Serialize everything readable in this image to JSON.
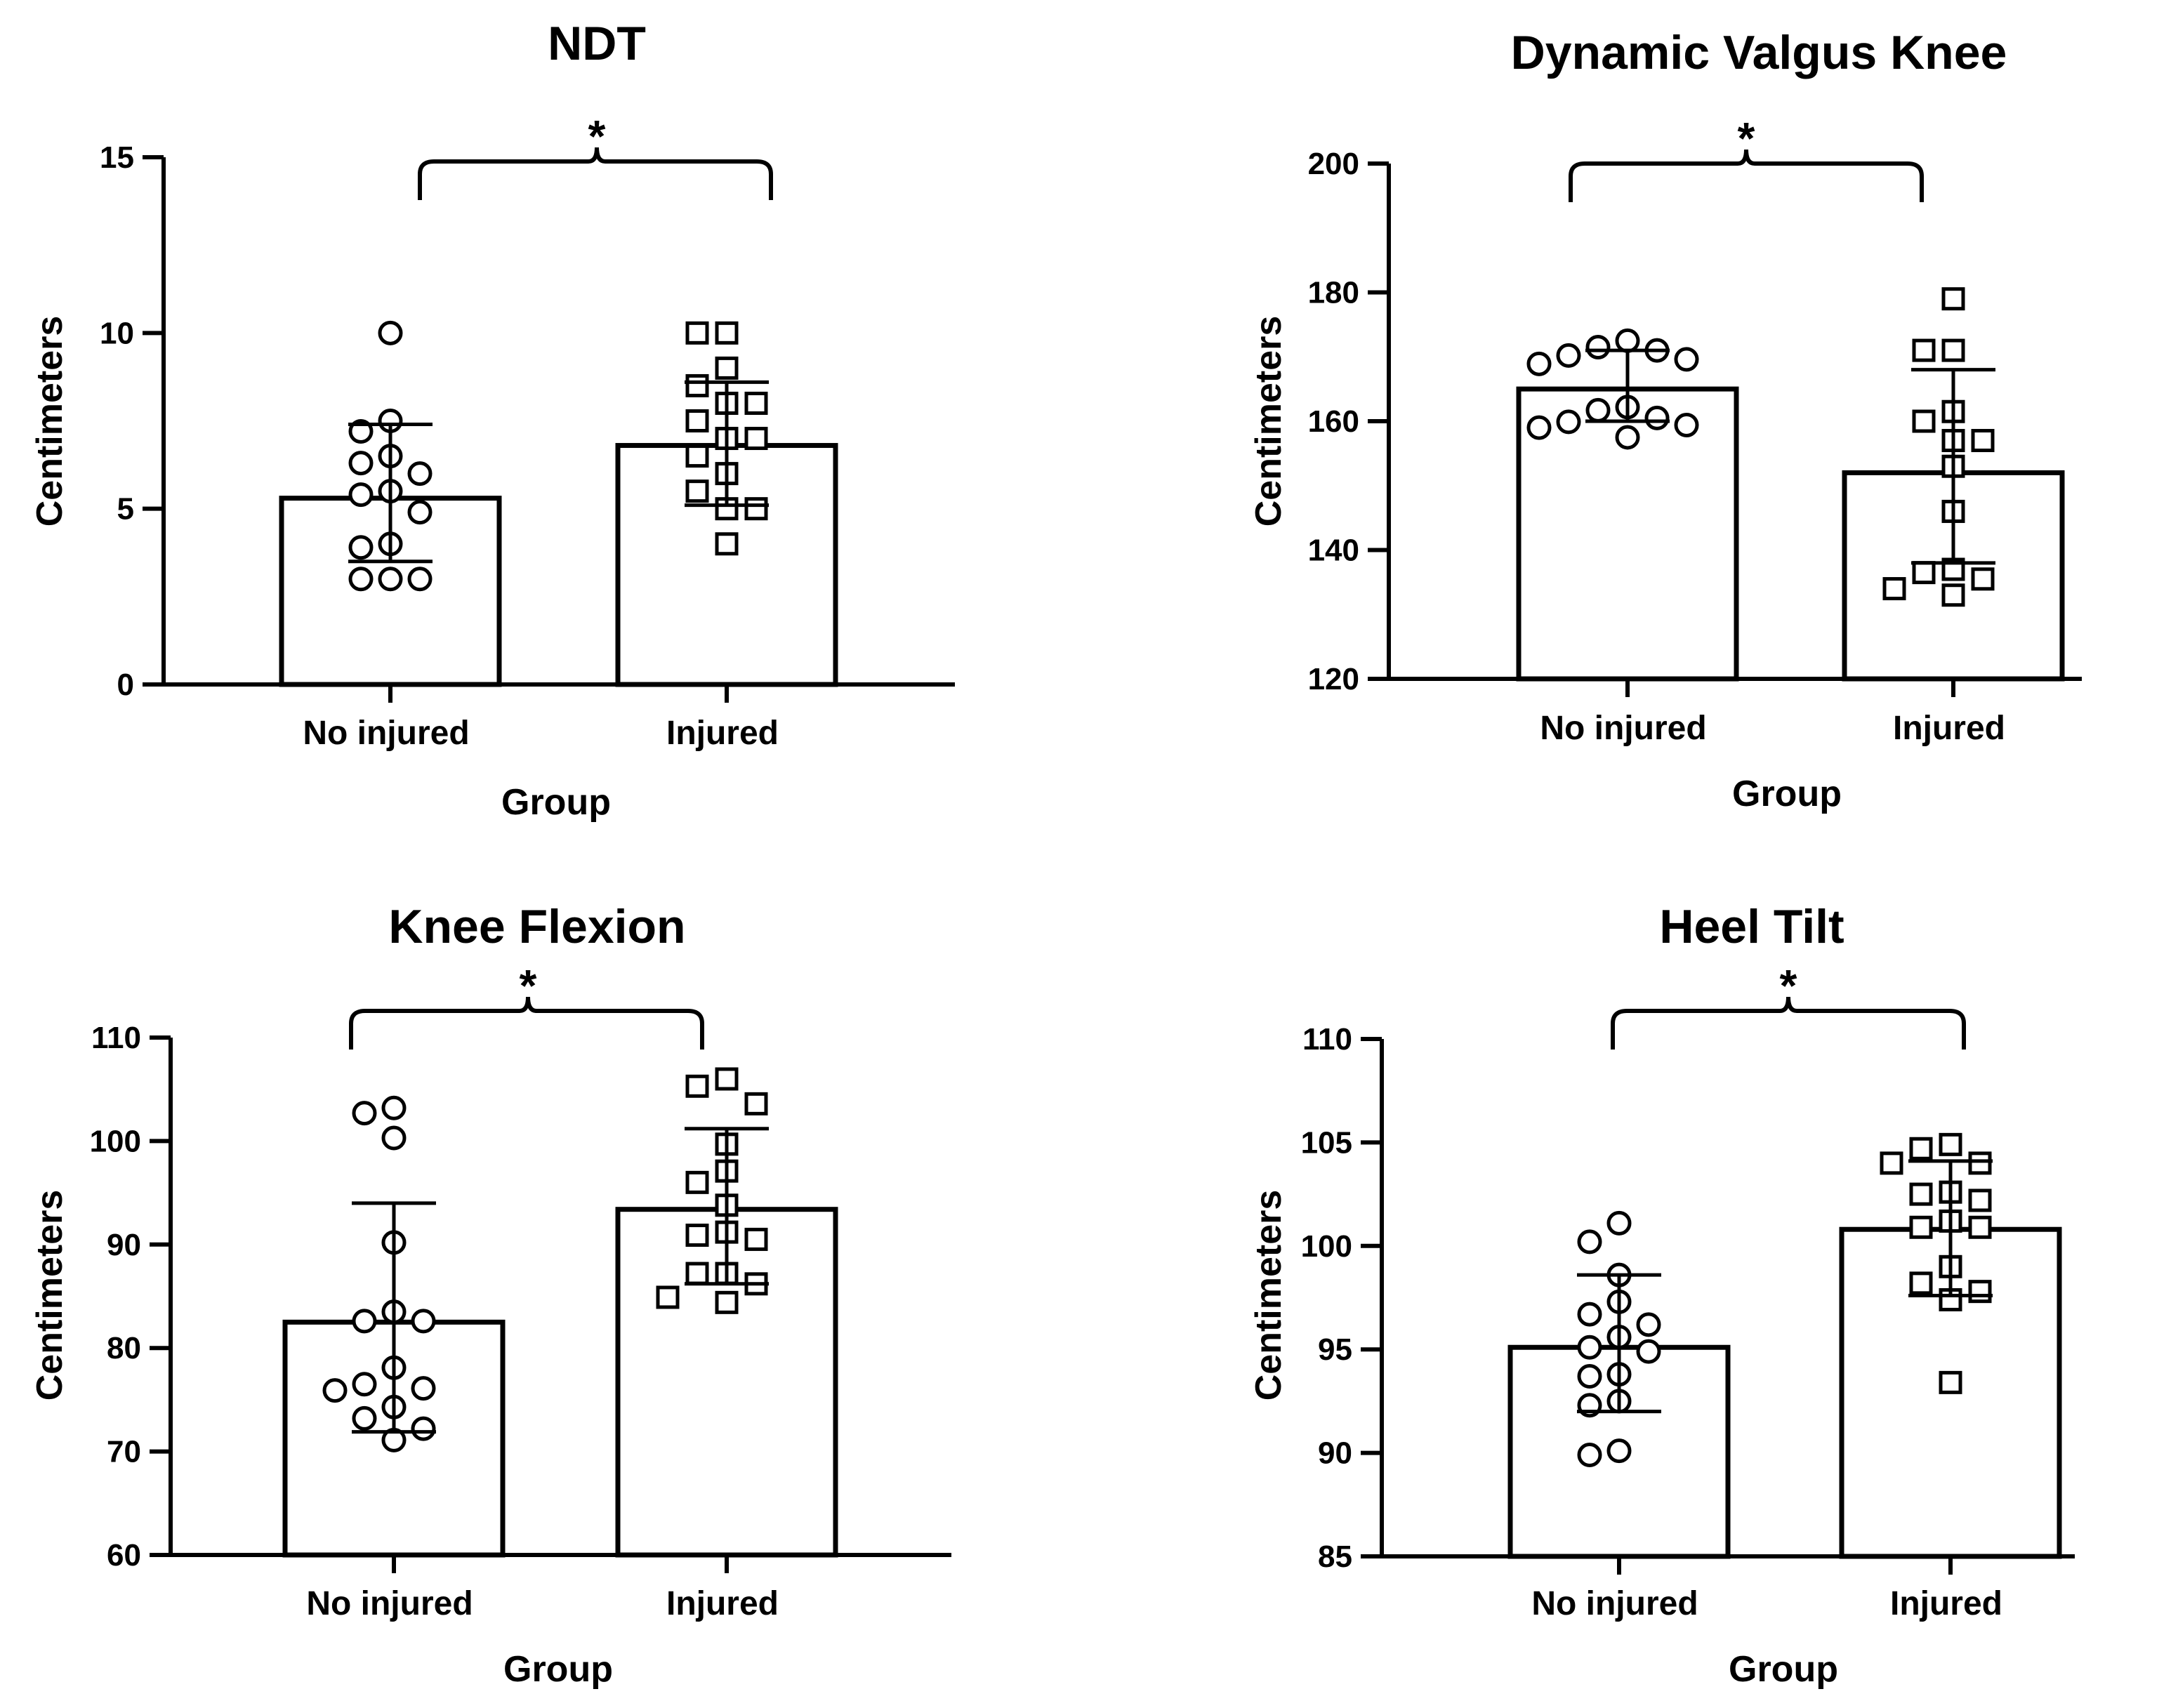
{
  "chart_data": [
    {
      "type": "bar",
      "title": "NDT",
      "xlabel": "Group",
      "ylabel": "Centimeters",
      "categories": [
        "No injured",
        "Injured"
      ],
      "ylim": [
        0,
        15
      ],
      "yticks": [
        0,
        5,
        10,
        15
      ],
      "means": [
        5.3,
        6.8
      ],
      "sd_low": [
        3.5,
        5.1
      ],
      "sd_high": [
        7.4,
        8.6
      ],
      "points": [
        [
          10,
          7.5,
          7.2,
          6.5,
          6.3,
          6.0,
          5.5,
          5.4,
          4.9,
          4.0,
          3.9,
          3.0,
          3.0,
          3.0
        ],
        [
          10,
          10,
          9.0,
          8.5,
          8.0,
          8.0,
          7.5,
          7.0,
          7.0,
          6.5,
          6.0,
          5.5,
          5.0,
          5.0,
          4.0
        ]
      ],
      "significance": "*",
      "grid": false
    },
    {
      "type": "bar",
      "title": "Dynamic Valgus Knee",
      "xlabel": "Group",
      "ylabel": "Centimeters",
      "categories": [
        "No injured",
        "Injured"
      ],
      "ylim": [
        120,
        200
      ],
      "yticks": [
        120,
        140,
        160,
        180,
        200
      ],
      "means": [
        165,
        152
      ],
      "sd_low": [
        160,
        138
      ],
      "sd_high": [
        171,
        168
      ],
      "points": [
        [
          172.5,
          171.5,
          171,
          170.2,
          169.6,
          168.9,
          162.2,
          161.7,
          160.5,
          159.9,
          159.4,
          159.0,
          157.5
        ],
        [
          179,
          171,
          171,
          161.5,
          160,
          157,
          157,
          153,
          146,
          137,
          136.5,
          135.5,
          134,
          133
        ]
      ],
      "significance": "*",
      "grid": false
    },
    {
      "type": "bar",
      "title": "Knee Flexion",
      "xlabel": "Group",
      "ylabel": "Centimeters",
      "categories": [
        "No injured",
        "Injured"
      ],
      "ylim": [
        60,
        110
      ],
      "yticks": [
        60,
        70,
        80,
        90,
        100,
        110
      ],
      "means": [
        82.5,
        93.4
      ],
      "sd_low": [
        71.9,
        86.2
      ],
      "sd_high": [
        94.0,
        101.2
      ],
      "points": [
        [
          103.2,
          102.7,
          100.3,
          90.2,
          83.5,
          82.6,
          82.6,
          78.1,
          76.5,
          76.1,
          75.9,
          74.3,
          73.2,
          72.2,
          71.1
        ],
        [
          106.0,
          105.3,
          103.6,
          99.7,
          97.1,
          96.0,
          93.8,
          91.2,
          90.9,
          90.5,
          87.2,
          87.2,
          86.2,
          84.9,
          84.4
        ]
      ],
      "significance": "*",
      "grid": false
    },
    {
      "type": "bar",
      "title": "Heel Tilt",
      "xlabel": "Group",
      "ylabel": "Centimeters",
      "categories": [
        "No injured",
        "Injured"
      ],
      "ylim": [
        85,
        110
      ],
      "yticks": [
        85,
        90,
        95,
        100,
        105,
        110
      ],
      "means": [
        95.1,
        100.8
      ],
      "sd_low": [
        92.0,
        97.6
      ],
      "sd_high": [
        98.6,
        104.1
      ],
      "points": [
        [
          101.1,
          100.2,
          98.6,
          97.3,
          96.7,
          96.2,
          95.6,
          95.1,
          94.9,
          93.8,
          93.7,
          92.5,
          92.3,
          90.1,
          89.9
        ],
        [
          104.9,
          104.7,
          104.0,
          104.0,
          102.6,
          102.5,
          102.2,
          101.2,
          100.9,
          100.9,
          99.0,
          98.2,
          97.8,
          97.4,
          93.4
        ]
      ],
      "significance": "*",
      "grid": false
    }
  ]
}
